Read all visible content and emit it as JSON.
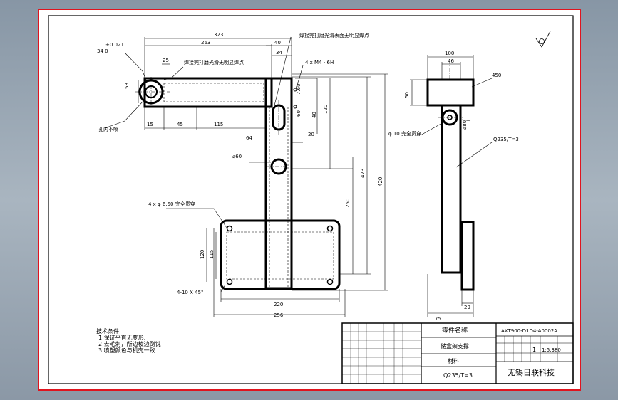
{
  "drawing": {
    "dims": {
      "d323": "323",
      "d263": "263",
      "d40": "40",
      "d34": "34",
      "d25": "25",
      "tol_upper": "+0.021",
      "tol_base": "34  0",
      "d53": "53",
      "d15": "15",
      "d45": "45",
      "d115": "115",
      "d64": "64",
      "d20": "20",
      "d760": "7.60",
      "d60v": "60",
      "d40v": "40",
      "d120": "120",
      "phi60": "⌀60",
      "d250": "250",
      "d423": "423",
      "d420": "420",
      "d120b": "120",
      "d115b": "115",
      "d220": "220",
      "d256": "256",
      "chamfer": "4-10 X 45°"
    },
    "notes": {
      "weld1": "焊接完打磨光滑表面无明显焊点",
      "weld2": "焊接完打磨光滑无明显焊点",
      "thread": "4 x  M4 - 6H",
      "hole_no_paint": "孔内不喷",
      "thru_holes": "4 x  φ 6.50  完全贯穿",
      "thru10": "φ 10  完全贯穿",
      "material_spec": "Q235/T=3",
      "d450": "450",
      "phi80": "⌀80"
    },
    "side_dims": {
      "d100": "100",
      "d46": "46",
      "d50": "50",
      "d75": "75",
      "d29": "29"
    },
    "tech": {
      "title": "技术条件",
      "items": [
        "1.保证平直无变形;",
        "2.去毛刺，所边棱边倒钝",
        "3.喷塑颜色与机壳一致."
      ]
    },
    "title_block": {
      "part_name_label": "零件名称",
      "drawing_no": "AXT900-D1D4-A0002A",
      "part_name": "储盒架支撑",
      "material_label": "材料",
      "material": "Q235/T=3",
      "qty": "1",
      "scale": "1:5.380",
      "company": "无锡日联科技"
    }
  }
}
